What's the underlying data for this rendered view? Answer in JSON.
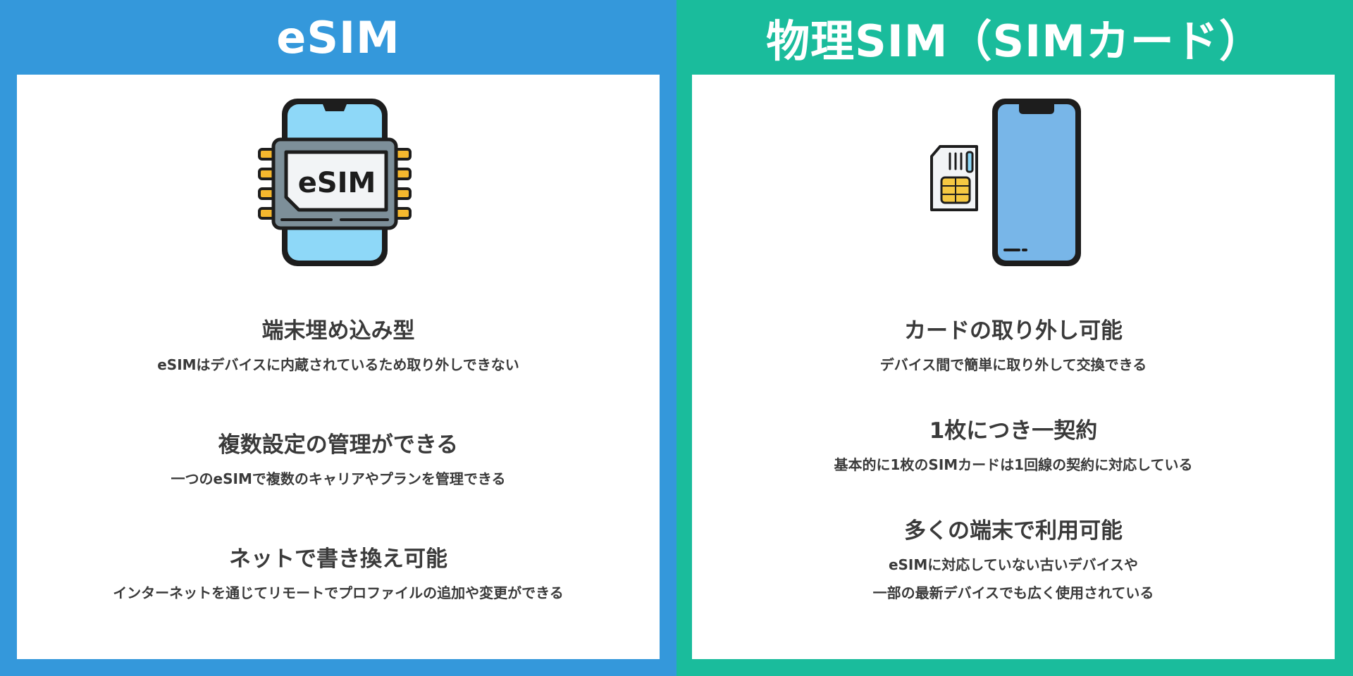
{
  "left_panel": {
    "title": "eSIM",
    "chip_label": "eSIM",
    "accent_color": "#3498db",
    "illustration_icon": "esim-chip-phone-icon",
    "features": [
      {
        "heading": "端末埋め込み型",
        "description": "eSIMはデバイスに内蔵されているため取り外しできない"
      },
      {
        "heading": "複数設定の管理ができる",
        "description": "一つのeSIMで複数のキャリアやプランを管理できる"
      },
      {
        "heading": "ネットで書き換え可能",
        "description": "インターネットを通じてリモートでプロファイルの追加や変更ができる"
      }
    ]
  },
  "right_panel": {
    "title": "物理SIM（SIMカード）",
    "accent_color": "#1abc9c",
    "illustration_icon": "sim-card-phone-icon",
    "features": [
      {
        "heading": "カードの取り外し可能",
        "description": "デバイス間で簡単に取り外して交換できる"
      },
      {
        "heading": "1枚につき一契約",
        "description": "基本的に1枚のSIMカードは1回線の契約に対応している"
      },
      {
        "heading": "多くの端末で利用可能",
        "description_lines": [
          "eSIMに対応していない古いデバイスや",
          "一部の最新デバイスでも広く使用されている"
        ]
      }
    ]
  }
}
